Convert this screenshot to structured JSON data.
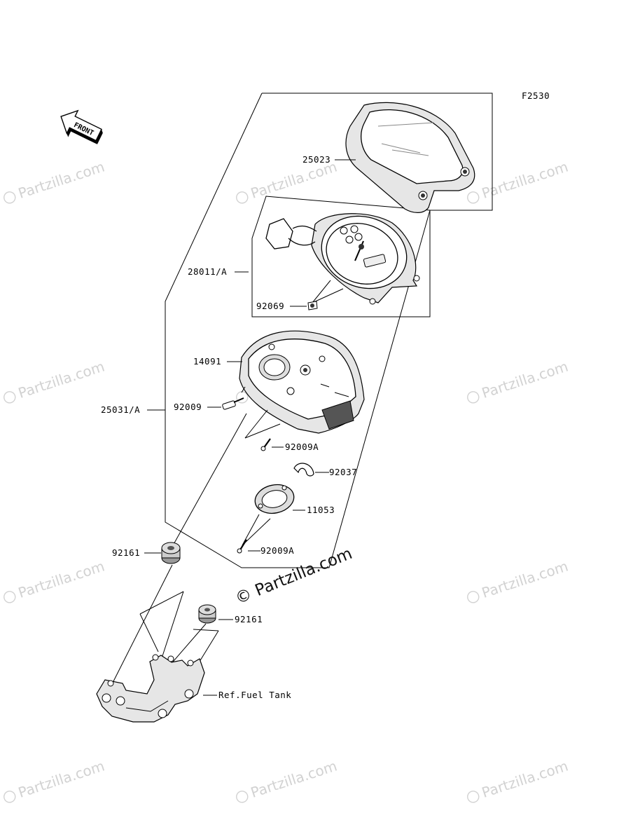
{
  "figure_code": "F2530",
  "front_arrow_label": "FRONT",
  "callouts": {
    "meter_cover": "25023",
    "meter_assy": "28011/A",
    "screw_meter": "92069",
    "meter_case": "14091",
    "screw_case": "92009",
    "screw_a_upper": "92009A",
    "clamp": "92037",
    "bracket_ring": "11053",
    "screw_a_lower": "92009A",
    "damper_left": "92161",
    "damper_right": "92161",
    "ref_label": "Ref.Fuel Tank",
    "group_assy": "25031/A"
  },
  "watermark": {
    "text": "Partzilla.com",
    "main_text": "© Partzilla.com"
  }
}
